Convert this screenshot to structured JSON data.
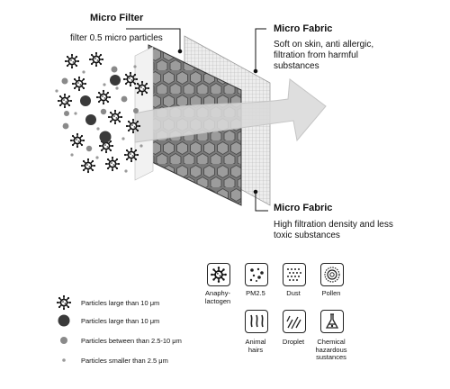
{
  "callouts": {
    "micro_filter": {
      "title": "Micro Filter",
      "desc": "filter 0.5 micro particles"
    },
    "micro_fabric_top": {
      "title": "Micro Fabric",
      "desc_lines": [
        "Soft on skin, anti allergic,",
        "filtration from harmful",
        "substances"
      ]
    },
    "micro_fabric_bottom": {
      "title": "Micro Fabric",
      "desc_lines": [
        "High filtration density and less",
        "toxic substances"
      ]
    }
  },
  "legend": [
    {
      "icon": "virus-icon",
      "label": "Particles large than 10 μm"
    },
    {
      "icon": "large-dot-icon",
      "label": "Particles large than 10 μm"
    },
    {
      "icon": "medium-dot-icon",
      "label": "Particles between than 2.5-10 μm"
    },
    {
      "icon": "small-dot-icon",
      "label": "Particles smaller than 2.5 μm"
    }
  ],
  "protection_icons": [
    {
      "icon": "anaphylactogen-icon",
      "label_lines": [
        "Anaphy-",
        "lactogen"
      ]
    },
    {
      "icon": "pm25-icon",
      "label_lines": [
        "PM2.5"
      ]
    },
    {
      "icon": "dust-icon",
      "label_lines": [
        "Dust"
      ]
    },
    {
      "icon": "pollen-icon",
      "label_lines": [
        "Pollen"
      ]
    },
    {
      "icon": "animal-hairs-icon",
      "label_lines": [
        "Animal",
        "hairs"
      ]
    },
    {
      "icon": "droplet-icon",
      "label_lines": [
        "Droplet"
      ]
    },
    {
      "icon": "chemical-icon",
      "label_lines": [
        "Chemical",
        "hazardous",
        "sustances"
      ]
    }
  ],
  "colors": {
    "hex_layer": "#7a7a7a",
    "mesh_layer": "#e6e6e6",
    "arrow": "#d9d9d9",
    "particle_dark": "#3a3a3a",
    "particle_mid": "#8a8a8a"
  }
}
